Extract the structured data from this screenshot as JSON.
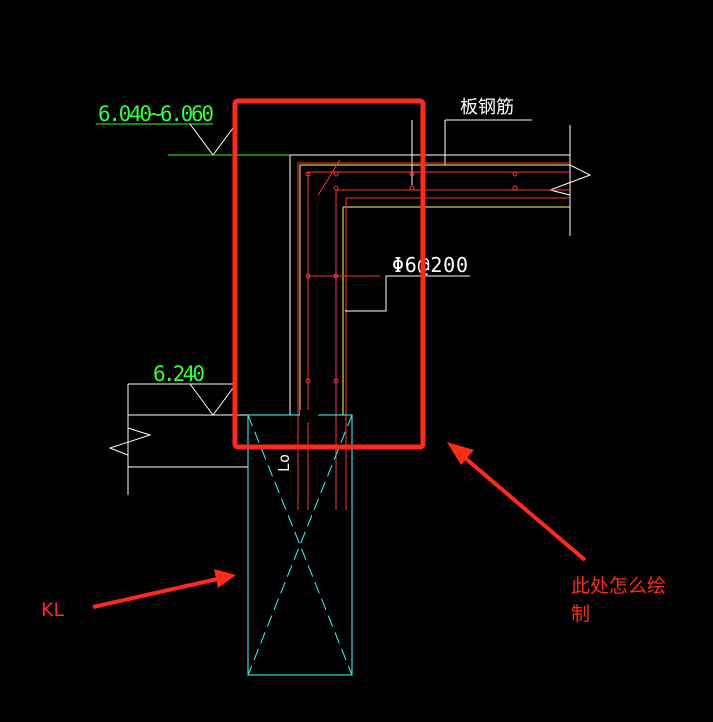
{
  "labels": {
    "elev_top": "6.040~6.060",
    "elev_low": "6.240",
    "slab_rebar": "板钢筋",
    "stirrup": "Φ6@200",
    "lo": "Lo",
    "beam": "KL",
    "question_line1": "此处怎么绘",
    "question_line2": "制"
  },
  "colors": {
    "background": "#000000",
    "line_white": "#ffffff",
    "line_yellow": "#ffff66",
    "line_green": "#33ff33",
    "rebar_red": "#ff3333",
    "beam_cyan": "#33ffff",
    "annotation_red": "#ff2a1a"
  }
}
